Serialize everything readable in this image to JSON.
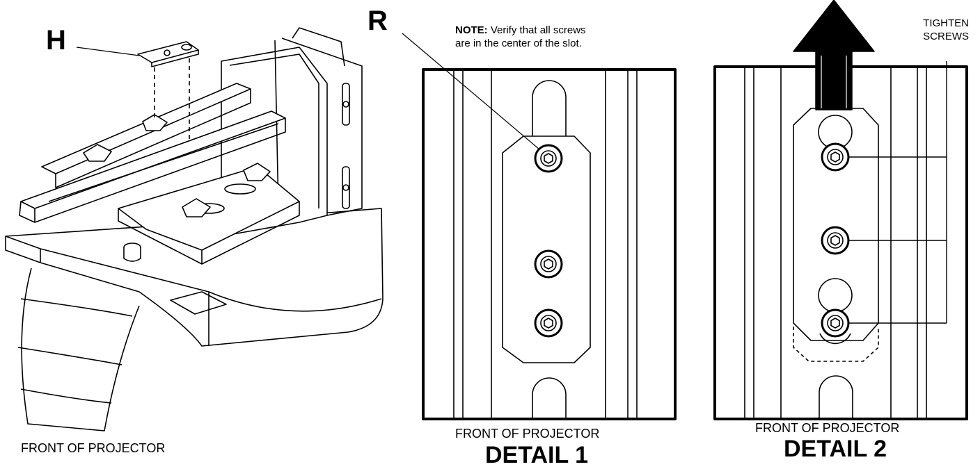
{
  "overview": {
    "callout_h": "H",
    "caption": "FRONT OF PROJECTOR"
  },
  "detail1": {
    "callout_r": "R",
    "note_label": "NOTE:",
    "note_line1": " Verify that all screws",
    "note_line2": "are in the center of the slot.",
    "caption": "FRONT OF PROJECTOR",
    "title": "DETAIL 1"
  },
  "detail2": {
    "tighten_line1": "TIGHTEN",
    "tighten_line2": "SCREWS",
    "caption": "FRONT OF PROJECTOR",
    "title": "DETAIL 2"
  },
  "colors": {
    "line": "#000000",
    "fill": "#ffffff",
    "shade": "#d9d9d9",
    "arrow": "#000000"
  }
}
